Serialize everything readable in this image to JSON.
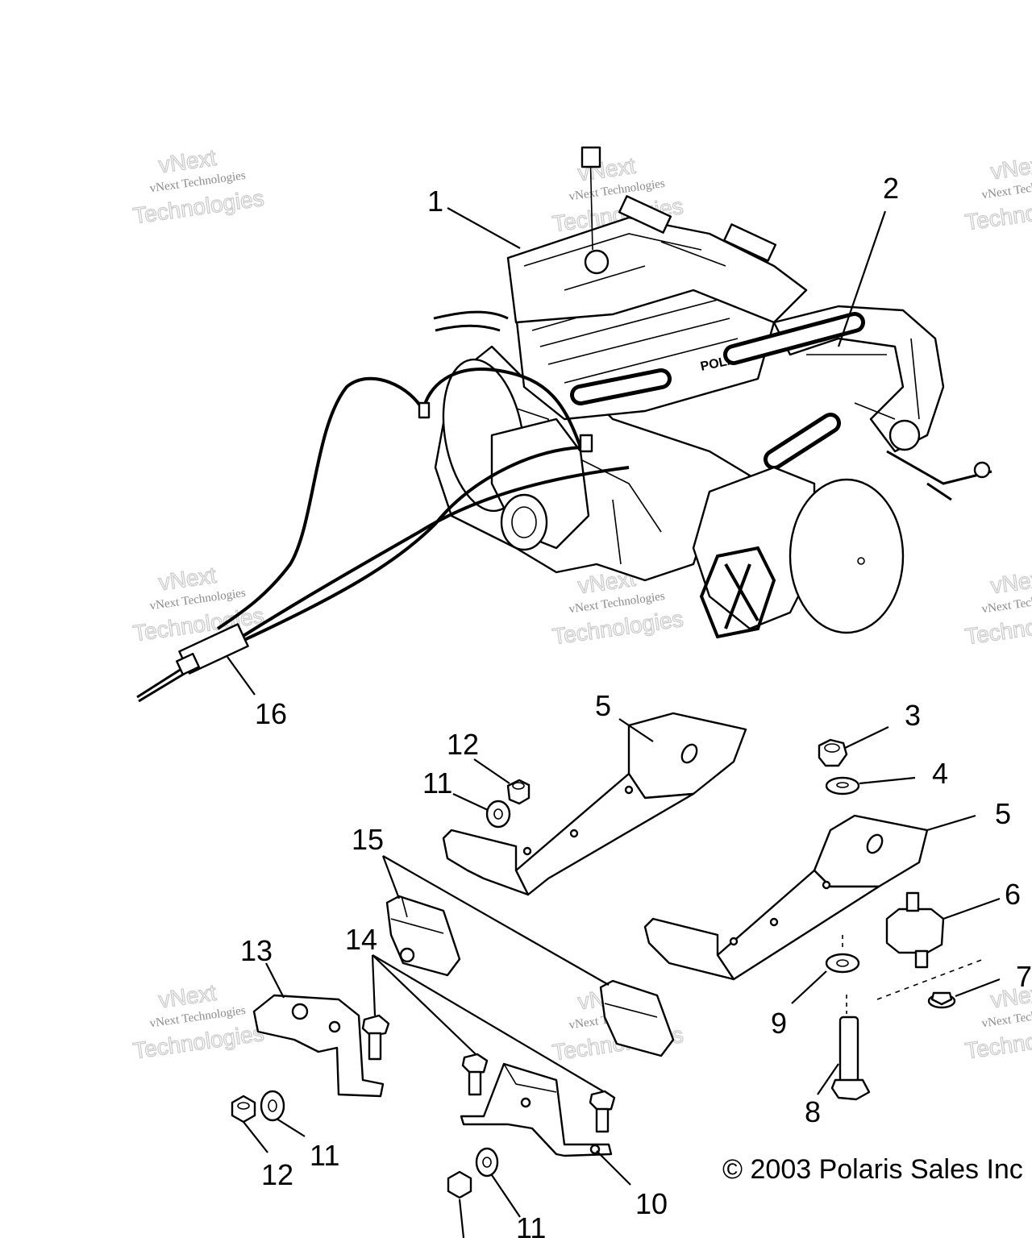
{
  "diagram": {
    "callouts": [
      {
        "id": "c1",
        "label": "1"
      },
      {
        "id": "c2",
        "label": "2"
      },
      {
        "id": "c3",
        "label": "3"
      },
      {
        "id": "c4",
        "label": "4"
      },
      {
        "id": "c5a",
        "label": "5"
      },
      {
        "id": "c5b",
        "label": "5"
      },
      {
        "id": "c6",
        "label": "6"
      },
      {
        "id": "c7",
        "label": "7"
      },
      {
        "id": "c8",
        "label": "8"
      },
      {
        "id": "c9",
        "label": "9"
      },
      {
        "id": "c10",
        "label": "10"
      },
      {
        "id": "c11a",
        "label": "11"
      },
      {
        "id": "c11b",
        "label": "11"
      },
      {
        "id": "c11c",
        "label": "11"
      },
      {
        "id": "c12a",
        "label": "12"
      },
      {
        "id": "c12b",
        "label": "12"
      },
      {
        "id": "c13",
        "label": "13"
      },
      {
        "id": "c14",
        "label": "14"
      },
      {
        "id": "c15",
        "label": "15"
      },
      {
        "id": "c16",
        "label": "16"
      }
    ],
    "watermark": {
      "small": "vNext Technologies",
      "large": "Technologies",
      "mid": "vNext"
    },
    "engine_badge": "POLARIS",
    "copyright": "© 2003 Polaris Sales Inc"
  }
}
